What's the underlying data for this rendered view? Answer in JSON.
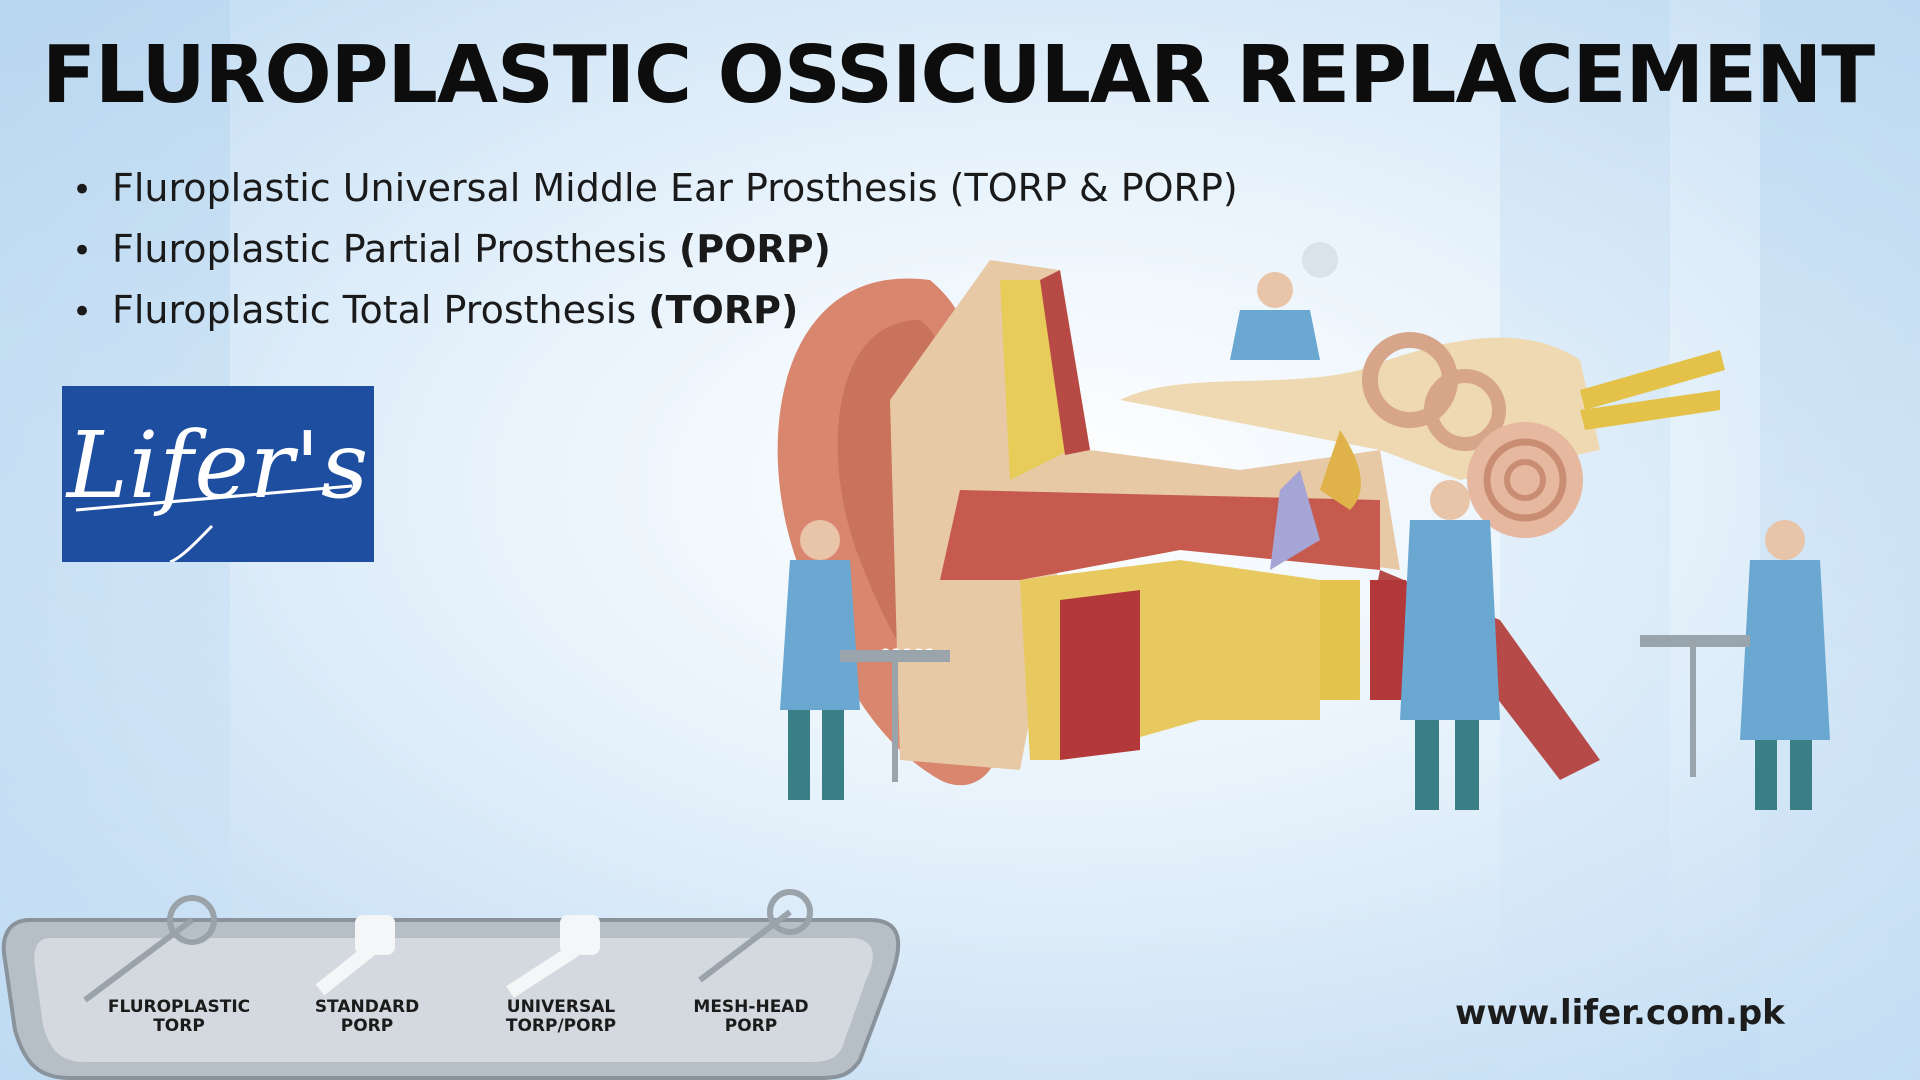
{
  "title": "FLUROPLASTIC OSSICULAR REPLACEMENT",
  "bullets": [
    {
      "text": "Fluroplastic Universal Middle Ear Prosthesis (TORP & PORP)",
      "bold": ""
    },
    {
      "text": "Fluroplastic Partial Prosthesis ",
      "bold": "(PORP)"
    },
    {
      "text": "Fluroplastic Total Prosthesis ",
      "bold": "(TORP)"
    }
  ],
  "logo": {
    "text": "Lifer's"
  },
  "scene": {
    "serial": "01101"
  },
  "tray": {
    "items": [
      {
        "line1": "FLUROPLASTIC",
        "line2": "TORP"
      },
      {
        "line1": "STANDARD",
        "line2": "PORP"
      },
      {
        "line1": "UNIVERSAL",
        "line2": "TORP/PORP"
      },
      {
        "line1": "MESH-HEAD",
        "line2": "PORP"
      }
    ]
  },
  "website": "www.lifer.com.pk",
  "colors": {
    "logo_bg": "#1e4ea0",
    "title": "#0d0d0d",
    "background": "#d6e8f7"
  }
}
